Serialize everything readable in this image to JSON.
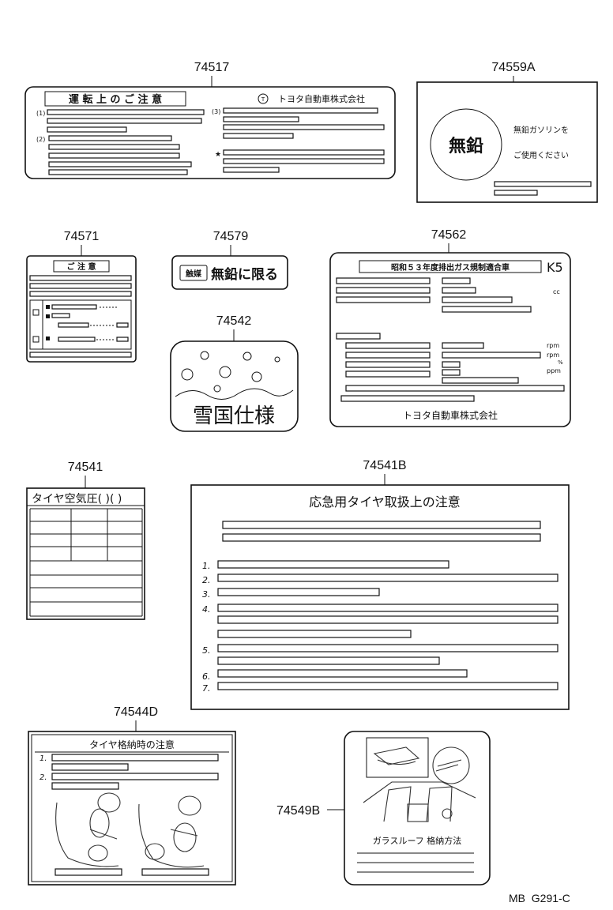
{
  "parts": {
    "p74517": {
      "number": "74517",
      "heading": "運 転 上 の ご 注 意",
      "maker": "トヨタ自動車株式会社",
      "marks": [
        "(1)",
        "(2)",
        "(3)",
        "★"
      ]
    },
    "p74559A": {
      "number": "74559A",
      "emblem": "無鉛",
      "line1": "無鉛ガソリンを",
      "line2": "ご使用ください"
    },
    "p74571": {
      "number": "74571",
      "heading": "ご 注 意"
    },
    "p74579": {
      "number": "74579",
      "prefix": "触媒",
      "text": "無鉛に限る"
    },
    "p74562": {
      "number": "74562",
      "heading": "昭和５３年度排出ガス規制適合車",
      "code": "K5",
      "units": [
        "cc",
        "rpm",
        "rpm",
        "%",
        "ppm"
      ],
      "maker": "トヨタ自動車株式会社"
    },
    "p74542": {
      "number": "74542",
      "text": "雪国仕様"
    },
    "p74541": {
      "number": "74541",
      "heading": "タイヤ空気圧(  )(  )"
    },
    "p74541B": {
      "number": "74541B",
      "heading": "応急用タイヤ取扱上の注意",
      "steps": [
        "1.",
        "2.",
        "3.",
        "4.",
        "5.",
        "6.",
        "7."
      ]
    },
    "p74544D": {
      "number": "74544D",
      "heading": "タイヤ格納時の注意",
      "steps": [
        "1.",
        "2."
      ]
    },
    "p74549B": {
      "number": "74549B",
      "caption": "ガラスルーフ 格納方法"
    }
  },
  "footer": {
    "code": "MB  G291-C"
  }
}
